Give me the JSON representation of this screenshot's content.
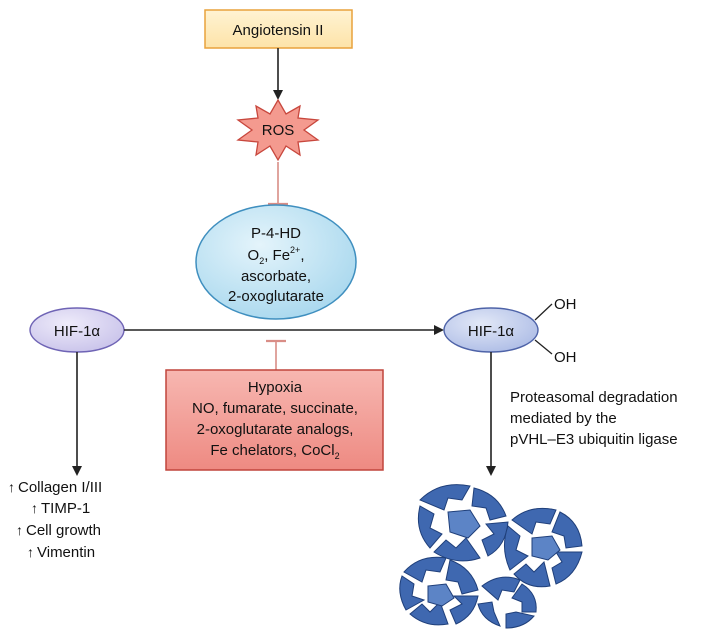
{
  "angiotensin": {
    "label": "Angiotensin II",
    "fill": "#fde3a8",
    "stroke": "#e8a23c"
  },
  "ros": {
    "label": "ROS",
    "fill": "#f49a8f",
    "stroke": "#c8473d"
  },
  "p4hd": {
    "title": "P-4-HD",
    "line2_a": "O",
    "line2_sub": "2",
    "line2_b": ", Fe",
    "line2_sup": "2+",
    "line2_c": ",",
    "line3": "ascorbate,",
    "line4": "2-oxoglutarate",
    "fill": "#a9d8ee",
    "stroke": "#3f8fbf"
  },
  "hif_left": {
    "label": "HIF-1α",
    "fill": "#c9c3ea",
    "stroke": "#6f64b5"
  },
  "hif_right": {
    "label": "HIF-1α",
    "oh_top": "OH",
    "oh_bottom": "OH",
    "fill": "#aebde6",
    "stroke": "#4e63a8"
  },
  "hypoxia": {
    "title": "Hypoxia",
    "line1": "NO, fumarate, succinate,",
    "line2": "2-oxoglutarate analogs,",
    "line3_a": "Fe chelators, CoCl",
    "line3_sub": "2",
    "fill": "#ee8a82",
    "stroke": "#c0453c"
  },
  "effects": [
    "Collagen I/III",
    "TIMP-1",
    "Cell growth",
    "Vimentin"
  ],
  "degradation": [
    "Proteasomal degradation",
    "mediated by the",
    "pVHL–E3 ubiquitin ligase"
  ],
  "proteasome_color": "#3f68b0"
}
